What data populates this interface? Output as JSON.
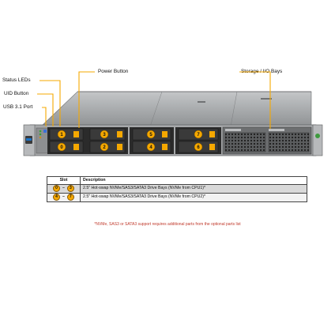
{
  "callouts": {
    "status_leds": "Status LEDs",
    "uid_button": "UID Button",
    "usb_port": "USB 3.1 Port",
    "power_button": "Power Button",
    "storage_io": "Storage / I/O Bays"
  },
  "bays": {
    "top": [
      "1",
      "3",
      "5",
      "7"
    ],
    "bottom": [
      "0",
      "2",
      "4",
      "6"
    ]
  },
  "table": {
    "headers": {
      "slot": "Slot",
      "description": "Description"
    },
    "rows": [
      {
        "from": "0",
        "to": "3",
        "sep": "–",
        "description": "2.5\" Hot-swap NVMe/SAS3/SATA3 Drive Bays (NVMe from CPU1)*"
      },
      {
        "from": "4",
        "to": "7",
        "sep": "–",
        "description": "2.5\" Hot-swap NVMe/SAS3/SATA3 Drive Bays (NVMe from CPU2)*"
      }
    ]
  },
  "footnote": "*NVMe, SAS3 or SATA3 support requires additional parts from the optional parts list",
  "colors": {
    "accent": "#f5a800",
    "chassis": "#9ea0a2",
    "bay": "#2b2b2b"
  }
}
